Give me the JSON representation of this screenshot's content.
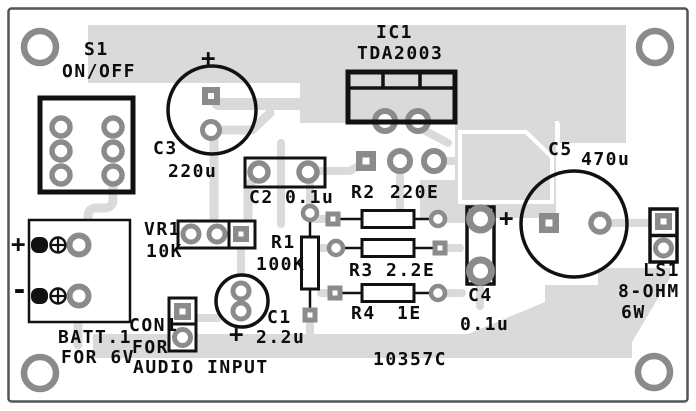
{
  "board": {
    "code": "10357C",
    "colors": {
      "copper": "#dadada",
      "pad": "#8b8b8b",
      "outline": "#111111",
      "background": "#ffffff"
    }
  },
  "components": {
    "s1": {
      "ref": "S1",
      "label": "ON/OFF"
    },
    "batt1": {
      "ref": "BATT.1",
      "label": "FOR 6V",
      "plus": "+",
      "minus": "-"
    },
    "con1": {
      "ref": "CON1",
      "label_line2": "FOR",
      "label_line3": "AUDIO INPUT"
    },
    "vr1": {
      "ref": "VR1",
      "value": "10K"
    },
    "c1": {
      "ref": "C1",
      "value": "2.2u",
      "plus": "+"
    },
    "c2": {
      "ref": "C2",
      "value": "0.1u"
    },
    "c3": {
      "ref": "C3",
      "value": "220u",
      "plus": "+"
    },
    "c4": {
      "ref": "C4",
      "value": "0.1u"
    },
    "c5": {
      "ref": "C5",
      "value": "470u",
      "plus": "+"
    },
    "r1": {
      "ref": "R1",
      "value": "100K"
    },
    "r2": {
      "ref": "R2",
      "value": "220E"
    },
    "r3": {
      "ref": "R3",
      "value": "2.2E"
    },
    "r4": {
      "ref": "R4",
      "value": "1E"
    },
    "ic1": {
      "ref": "IC1",
      "value": "TDA2003"
    },
    "ls1": {
      "ref": "LS1",
      "value_line1": "8-OHM",
      "value_line2": "6W"
    }
  }
}
